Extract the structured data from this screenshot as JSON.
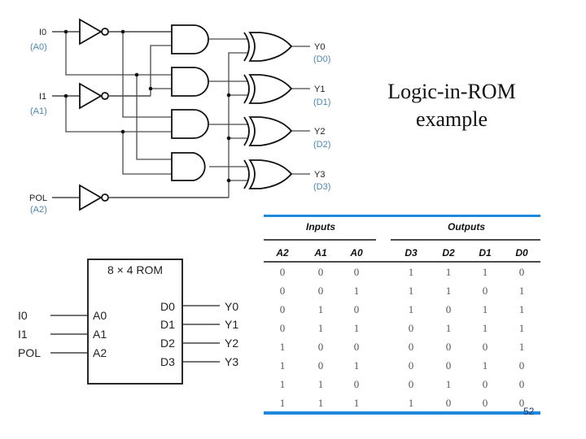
{
  "title": {
    "line1": "Logic-in-ROM",
    "line2": "example"
  },
  "page_number": "52",
  "colors": {
    "accent_bar": "#1e88dd",
    "label_blue": "#4b86b8"
  },
  "circuit": {
    "inputs": [
      {
        "name": "I0",
        "alias": "(A0)"
      },
      {
        "name": "I1",
        "alias": "(A1)"
      },
      {
        "name": "POL",
        "alias": "(A2)"
      }
    ],
    "outputs": [
      {
        "name": "Y0",
        "alias": "(D0)"
      },
      {
        "name": "Y1",
        "alias": "(D1)"
      },
      {
        "name": "Y2",
        "alias": "(D2)"
      },
      {
        "name": "Y3",
        "alias": "(D3)"
      }
    ],
    "gates": {
      "inverters": 3,
      "and": 4,
      "xor": 4
    }
  },
  "rom_block": {
    "title": "8 × 4 ROM",
    "address_pins": [
      {
        "pin": "A0",
        "signal": "I0"
      },
      {
        "pin": "A1",
        "signal": "I1"
      },
      {
        "pin": "A2",
        "signal": "POL"
      }
    ],
    "data_pins": [
      {
        "pin": "D0",
        "signal": "Y0"
      },
      {
        "pin": "D1",
        "signal": "Y1"
      },
      {
        "pin": "D2",
        "signal": "Y2"
      },
      {
        "pin": "D3",
        "signal": "Y3"
      }
    ]
  },
  "truth_table": {
    "group_headers": {
      "inputs": "Inputs",
      "outputs": "Outputs"
    },
    "input_columns": [
      "A2",
      "A1",
      "A0"
    ],
    "output_columns": [
      "D3",
      "D2",
      "D1",
      "D0"
    ],
    "rows": [
      {
        "inputs": [
          "0",
          "0",
          "0"
        ],
        "outputs": [
          "1",
          "1",
          "1",
          "0"
        ]
      },
      {
        "inputs": [
          "0",
          "0",
          "1"
        ],
        "outputs": [
          "1",
          "1",
          "0",
          "1"
        ]
      },
      {
        "inputs": [
          "0",
          "1",
          "0"
        ],
        "outputs": [
          "1",
          "0",
          "1",
          "1"
        ]
      },
      {
        "inputs": [
          "0",
          "1",
          "1"
        ],
        "outputs": [
          "0",
          "1",
          "1",
          "1"
        ]
      },
      {
        "inputs": [
          "1",
          "0",
          "0"
        ],
        "outputs": [
          "0",
          "0",
          "0",
          "1"
        ]
      },
      {
        "inputs": [
          "1",
          "0",
          "1"
        ],
        "outputs": [
          "0",
          "0",
          "1",
          "0"
        ]
      },
      {
        "inputs": [
          "1",
          "1",
          "0"
        ],
        "outputs": [
          "0",
          "1",
          "0",
          "0"
        ]
      },
      {
        "inputs": [
          "1",
          "1",
          "1"
        ],
        "outputs": [
          "1",
          "0",
          "0",
          "0"
        ]
      }
    ]
  }
}
